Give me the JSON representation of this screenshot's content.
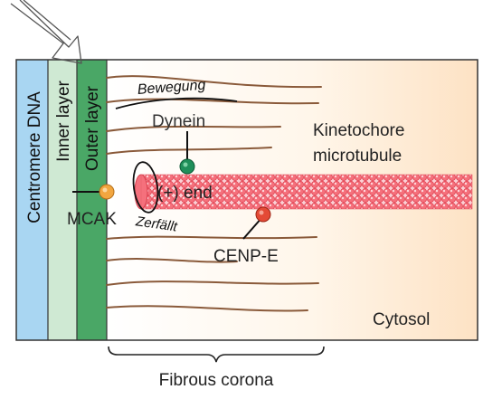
{
  "layers": {
    "centromere": "Centromere DNA",
    "inner": "Inner layer",
    "outer": "Outer layer"
  },
  "labels": {
    "dynein": "Dynein",
    "kinetochore_line1": "Kinetochore",
    "kinetochore_line2": "microtubule",
    "plus_end": "(+) end",
    "mcak": "MCAK",
    "cenpe": "CENP-E",
    "cytosol": "Cytosol",
    "fibrous_corona": "Fibrous corona"
  },
  "handwriting": {
    "above_dynein": "Bewegung",
    "below_plus_end": "Zerfällt"
  },
  "colors": {
    "centromere_blue": "#a9d6f2",
    "inner_green": "#cfe9d3",
    "outer_green": "#4aa766",
    "microtubule_red": "#f24b57",
    "microtubule_pink": "#fbb8c0",
    "dynein_green": "#1f8f5a",
    "mcak_orange": "#f2a640",
    "cenpe_red": "#e44a36",
    "cytosol_peach": "#fde2c4",
    "border": "#333333"
  }
}
